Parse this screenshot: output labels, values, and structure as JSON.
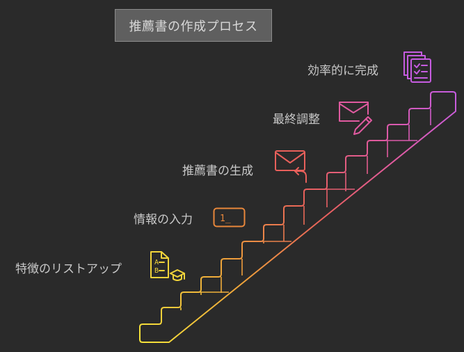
{
  "title": "推薦書の作成プロセス",
  "steps": [
    {
      "label": "特徴のリストアップ",
      "icon": "test-paper-graduation-cap-icon",
      "color": "#f2d43a"
    },
    {
      "label": "情報の入力",
      "icon": "input-box-icon",
      "color": "#e8873b"
    },
    {
      "label": "推薦書の生成",
      "icon": "envelope-reply-icon",
      "color": "#e8605b"
    },
    {
      "label": "最終調整",
      "icon": "envelope-pencil-icon",
      "color": "#e05aa0"
    },
    {
      "label": "効率的に完成",
      "icon": "checklist-documents-icon",
      "color": "#c65ce0"
    }
  ],
  "input_box_text": "1_"
}
